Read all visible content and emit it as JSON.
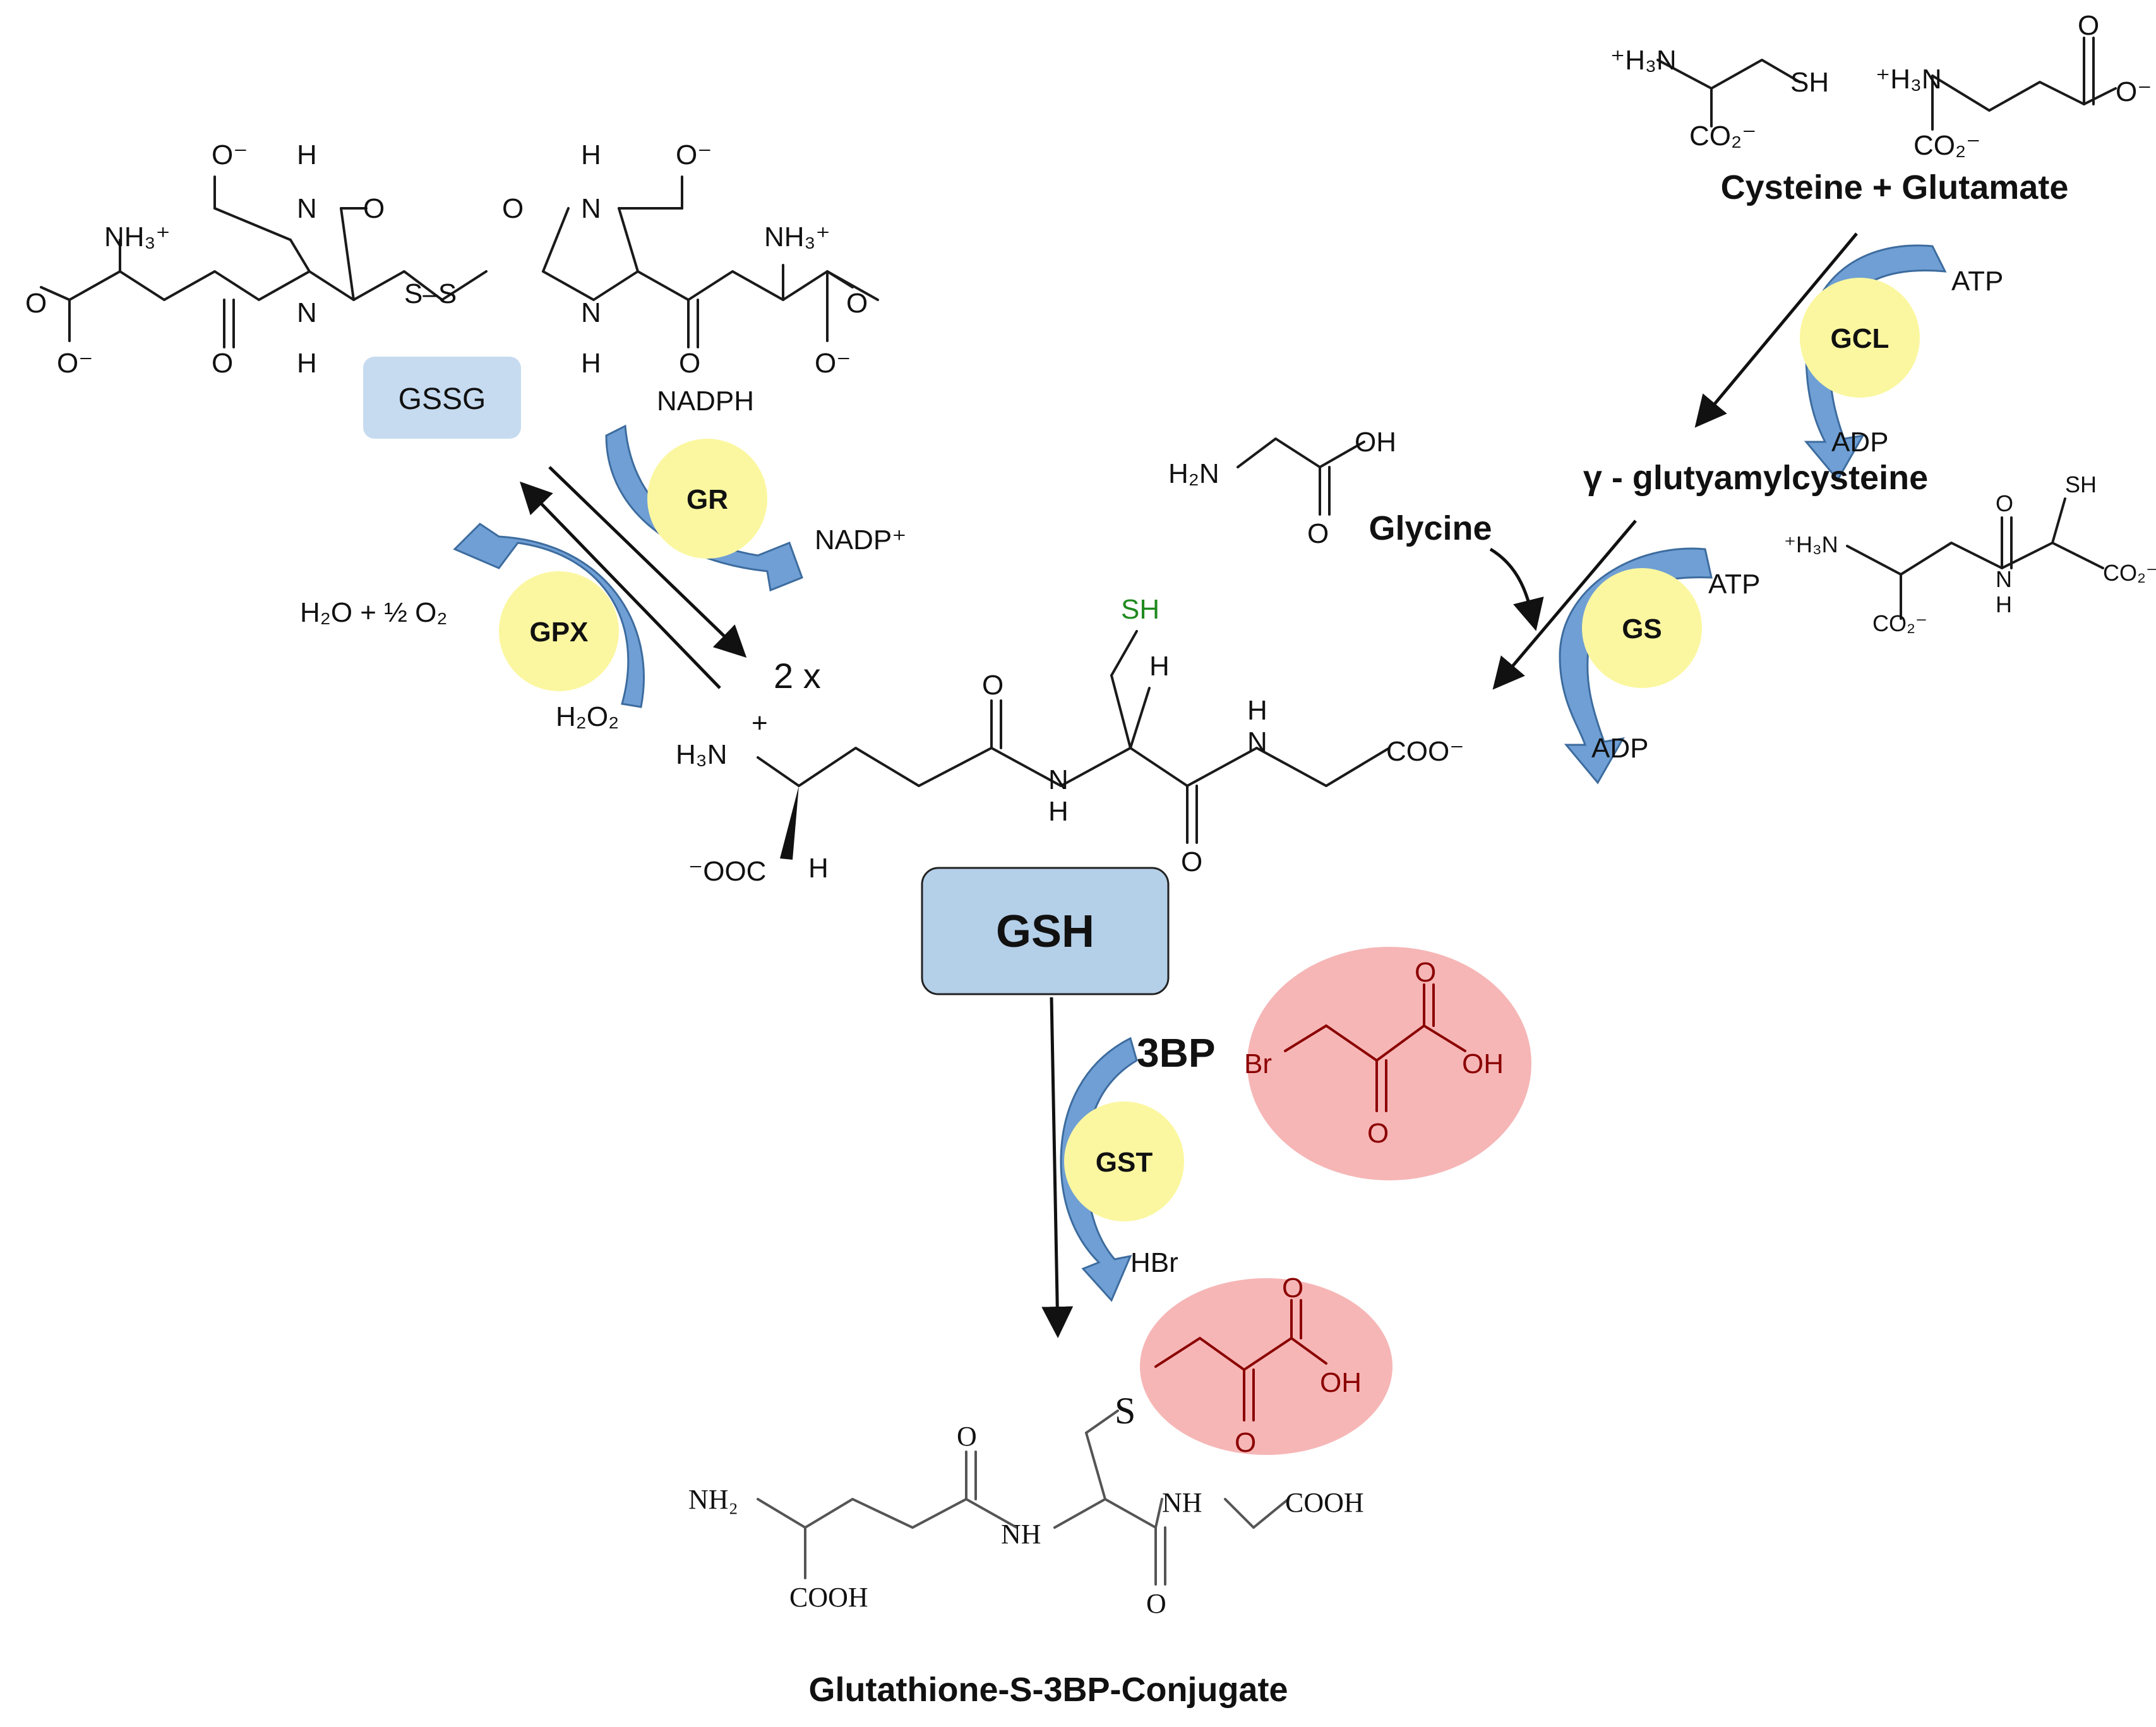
{
  "labels": {
    "gssg": "GSSG",
    "gsh": "GSH",
    "two_x": "2 x",
    "glycine": "Glycine",
    "cys_glu": "Cysteine + Glutamate",
    "gamma_gc": "γ - glutyamylcysteine",
    "bp3": "3BP",
    "conjugate": "Glutathione-S-3BP-Conjugate"
  },
  "enzymes": {
    "gcl": "GCL",
    "gs": "GS",
    "gr": "GR",
    "gpx": "GPX",
    "gst": "GST"
  },
  "cofactors": {
    "atp_gcl": "ATP",
    "adp_gcl": "ADP",
    "atp_gs": "ATP",
    "adp_gs": "ADP",
    "nadph": "NADPH",
    "nadp": "NADP⁺",
    "h2o_o2": "H₂O + ½ O₂",
    "h2o2": "H₂O₂",
    "hbr": "HBr"
  },
  "atoms": {
    "sh": "SH",
    "h": "H",
    "o": "O",
    "n": "N",
    "nh": "NH",
    "s": "S",
    "oh": "OH",
    "br": "Br",
    "coo_minus": "COO⁻",
    "ooc_minus": "⁻OOC",
    "h3n_plus": "H₃N",
    "plus_h3n": "⁺H₃N",
    "nh3_plus": "NH₃⁺",
    "co2_minus": "CO₂⁻",
    "o_minus": "O⁻",
    "h2n": "H₂N",
    "nh2": "NH₂",
    "cooh": "COOH",
    "s_s": "S–S"
  },
  "colors": {
    "enzyme_fill": "#fbf7a0",
    "box_fill_gssg": "#c6dbef",
    "box_fill_gsh": "#b4cfe8",
    "highlight_red": "#f6b6b6",
    "arrow_blue": "#6f9fd4",
    "text_red": "#8b0000",
    "text_green": "#1f8a1f"
  }
}
